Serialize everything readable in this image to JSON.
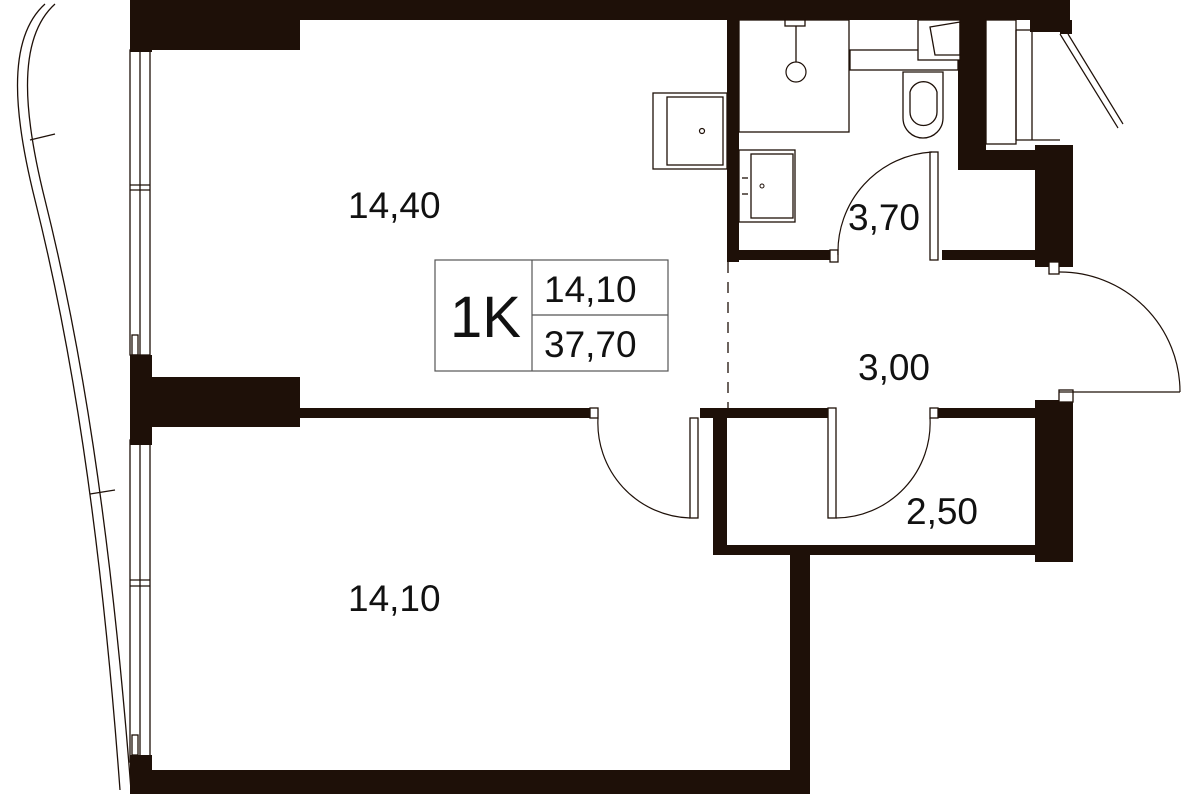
{
  "plan": {
    "rooms": [
      {
        "id": "living",
        "area": "14,40"
      },
      {
        "id": "bathroom",
        "area": "3,70"
      },
      {
        "id": "hall",
        "area": "3,00"
      },
      {
        "id": "bedroom",
        "area": "14,10"
      },
      {
        "id": "storage",
        "area": "2,50"
      }
    ],
    "summary": {
      "type": "1K",
      "living_area": "14,10",
      "total_area": "37,70"
    },
    "colors": {
      "wall": "#1e1008",
      "background": "#ffffff",
      "text": "#111111"
    }
  }
}
